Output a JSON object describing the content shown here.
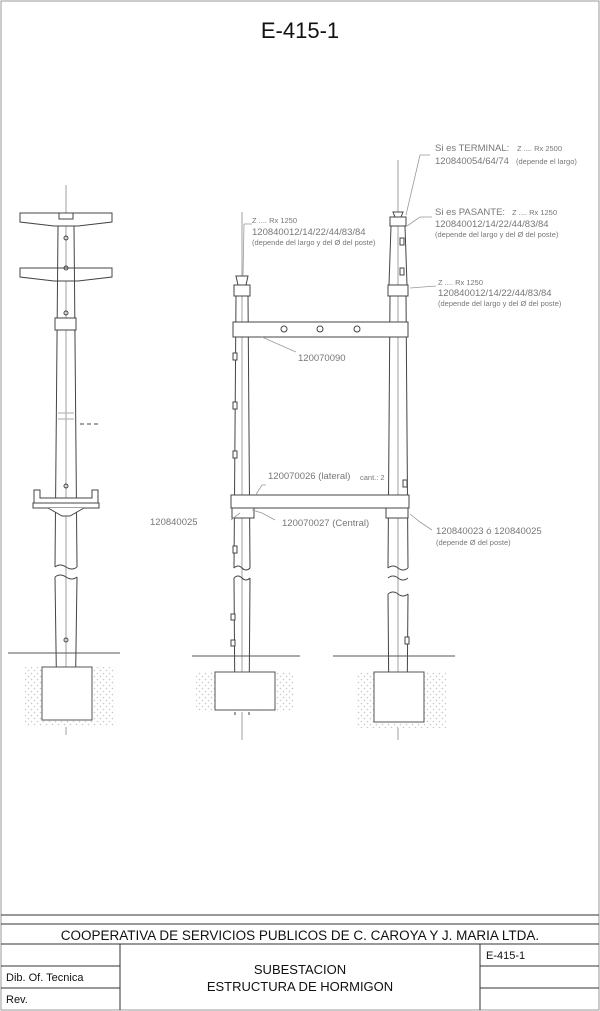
{
  "drawing_number": "E-415-1",
  "annotations": {
    "terminal_prefix": "Si es TERMINAL:",
    "terminal_detail": "Z .... Rx 2500",
    "terminal_code": "120840054/64/74",
    "terminal_note": "(depende el largo)",
    "pasante_prefix": "Si es PASANTE:",
    "pasante_detail": "Z .... Rx 1250",
    "pasante_code": "120840012/14/22/44/83/84",
    "pasante_note": "(depende del largo y del Ø del poste)",
    "left_top_detail": "Z .... Rx 1250",
    "left_top_code": "120840012/14/22/44/83/84",
    "left_top_note": "(depende del largo y del Ø del poste)",
    "right_mid_detail": "Z .... Rx 1250",
    "right_mid_code": "120840012/14/22/44/83/84",
    "right_mid_note": "(depende del largo y del Ø del poste)",
    "upper_beam_code": "120070090",
    "lateral_code": "120070026 (lateral)",
    "lateral_qty": "cant.: 2",
    "central_code": "120070027 (Central)",
    "left_clamp_code": "120840025",
    "right_clamp_code": "120840023 ó 120840025",
    "right_clamp_note": "(depende Ø del poste)"
  },
  "title_block": {
    "company": "COOPERATIVA  DE  SERVICIOS  PUBLICOS DE  C. CAROYA Y J. MARIA  LTDA.",
    "dib_label": "Dib. Of. Tecnica",
    "rev_label": "Rev.",
    "title_line1": "SUBESTACION",
    "title_line2": "ESTRUCTURA DE HORMIGON",
    "drawing_number": "E-415-1"
  }
}
